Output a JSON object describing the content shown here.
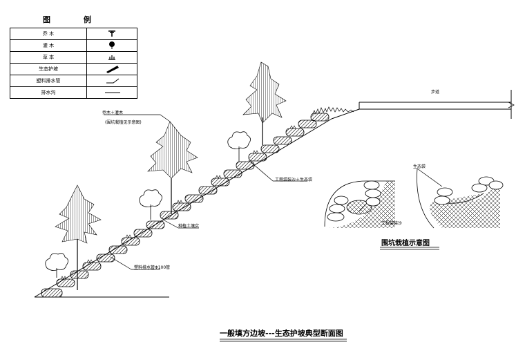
{
  "legend": {
    "title": "图 例",
    "items": [
      {
        "name": "乔 木",
        "symbol": "tree-icon"
      },
      {
        "name": "灌 木",
        "symbol": "shrub-icon"
      },
      {
        "name": "草 本",
        "symbol": "grass-icon"
      },
      {
        "name": "生态护坡",
        "symbol": "eco-block-icon"
      },
      {
        "name": "塑料排水管",
        "symbol": "drain-pipe-icon"
      },
      {
        "name": "排水沟",
        "symbol": "ditch-line-icon"
      }
    ]
  },
  "labels": {
    "path": "步道",
    "tree_planting": "乔木＋灌木",
    "tree_planting_note": "(围坑栽植见示意图)",
    "geo_bag": "工程袋装沙＋生态袋",
    "soil": "种植土壤实",
    "drain_pipe": "塑料排水管Φ100管",
    "eco_bag": "生态袋",
    "eng_sand_bag": "工程袋装沙",
    "pit_title": "围坑栽植示意图",
    "main_title": "一般填方边坡---生态护坡典型断面图"
  }
}
